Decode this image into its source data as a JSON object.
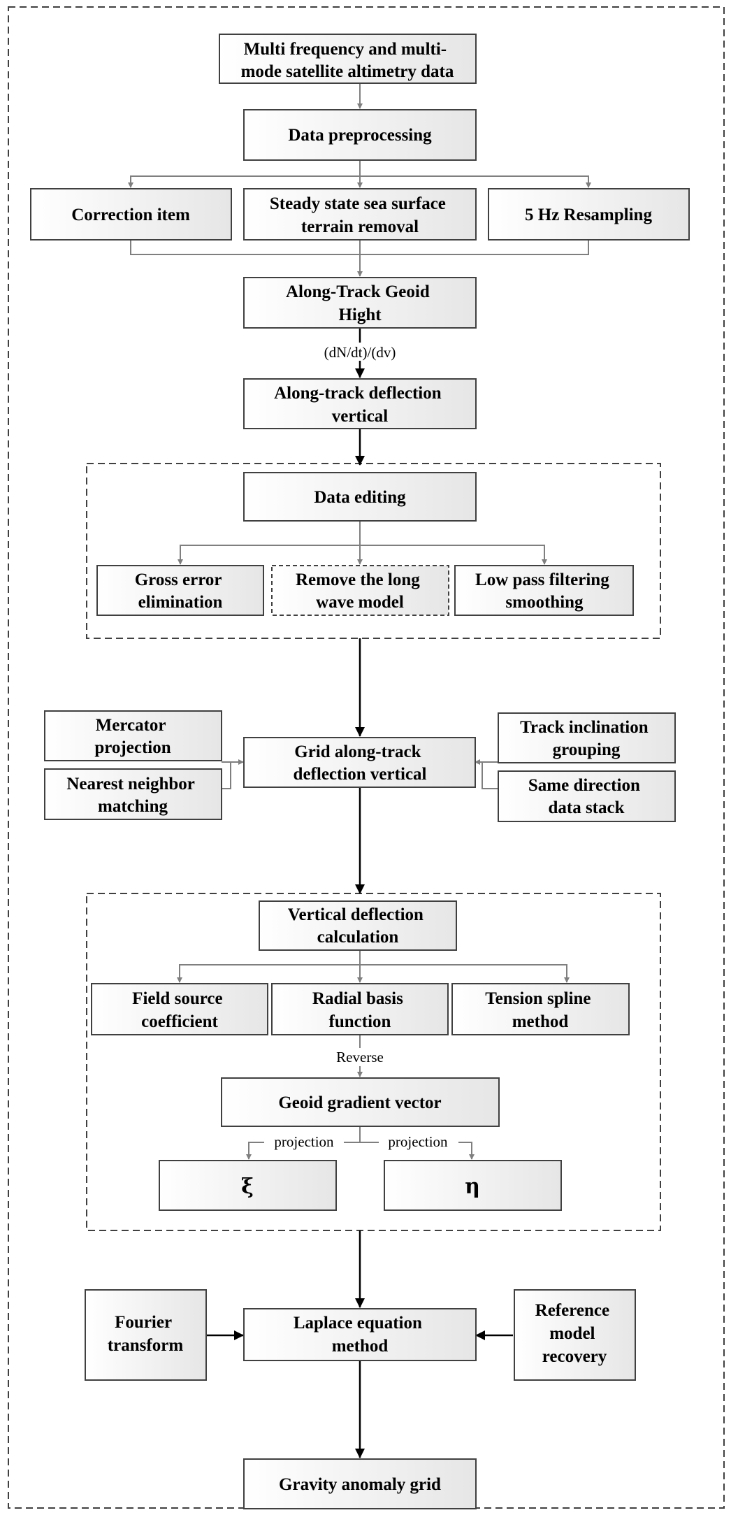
{
  "nodes": {
    "altimetry_data": [
      "Multi frequency and multi-",
      "mode satellite altimetry data"
    ],
    "data_preprocessing": [
      "Data preprocessing"
    ],
    "correction_item": [
      "Correction item"
    ],
    "terrain_removal": [
      "Steady state sea surface",
      "terrain removal"
    ],
    "resampling": [
      "5 Hz Resampling"
    ],
    "geoid_height": [
      "Along-Track Geoid",
      "Hight"
    ],
    "deflection_vertical": [
      "Along-track deflection",
      "vertical"
    ],
    "data_editing": [
      "Data editing"
    ],
    "gross_error": [
      "Gross error",
      "elimination"
    ],
    "long_wave": [
      "Remove the long",
      "wave model"
    ],
    "low_pass": [
      "Low pass filtering",
      "smoothing"
    ],
    "mercator": [
      "Mercator",
      "projection"
    ],
    "nearest_neighbor": [
      "Nearest neighbor",
      "matching"
    ],
    "grid_deflection": [
      "Grid along-track",
      "deflection vertical"
    ],
    "track_inclination": [
      "Track inclination",
      "grouping"
    ],
    "same_direction": [
      "Same direction",
      "data stack"
    ],
    "vd_calculation": [
      "Vertical deflection",
      "calculation"
    ],
    "field_source": [
      "Field source",
      "coefficient"
    ],
    "radial_basis": [
      "Radial basis",
      "function"
    ],
    "tension_spline": [
      "Tension spline",
      "method"
    ],
    "geoid_gradient": [
      "Geoid gradient vector"
    ],
    "xi": [
      "ξ"
    ],
    "eta": [
      "η"
    ],
    "fourier": [
      "Fourier",
      "transform"
    ],
    "laplace": [
      "Laplace equation",
      "method"
    ],
    "reference_model": [
      "Reference",
      "model",
      "recovery"
    ],
    "gravity_grid": [
      "Gravity anomaly grid"
    ]
  },
  "edge_labels": {
    "derivative": "(dN/dt)/(dv)",
    "reverse": "Reverse",
    "projection_left": "projection",
    "projection_right": "projection"
  }
}
